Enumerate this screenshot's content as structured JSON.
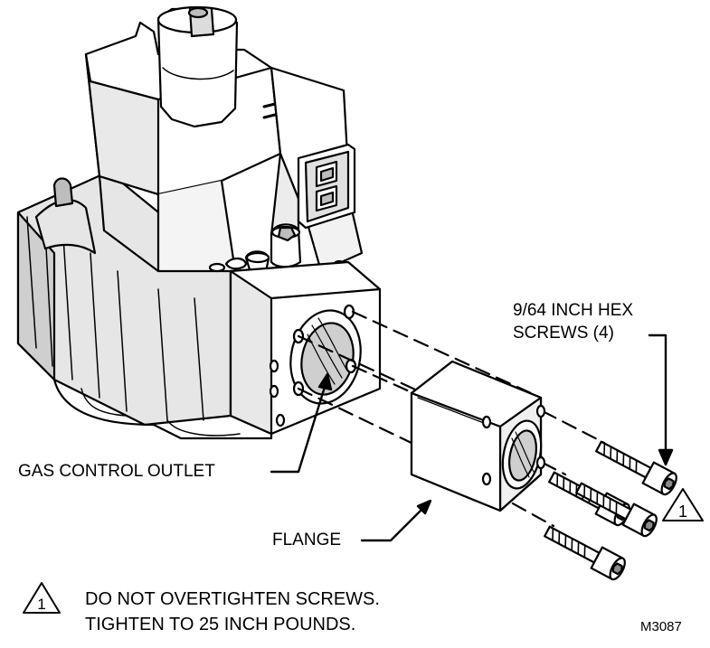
{
  "labels": {
    "screws_line1": "9/64 INCH HEX",
    "screws_line2": "SCREWS (4)",
    "outlet": "GAS CONTROL OUTLET",
    "flange": "FLANGE",
    "callout_number": "1",
    "note_line1": "DO NOT OVERTIGHTEN SCREWS.",
    "note_line2": "TIGHTEN TO 25 INCH POUNDS.",
    "figure_code": "M3087"
  },
  "colors": {
    "line": "#000000",
    "fill": "#ffffff",
    "shade": "#d8d8d8",
    "dark": "#8a8a8a"
  }
}
